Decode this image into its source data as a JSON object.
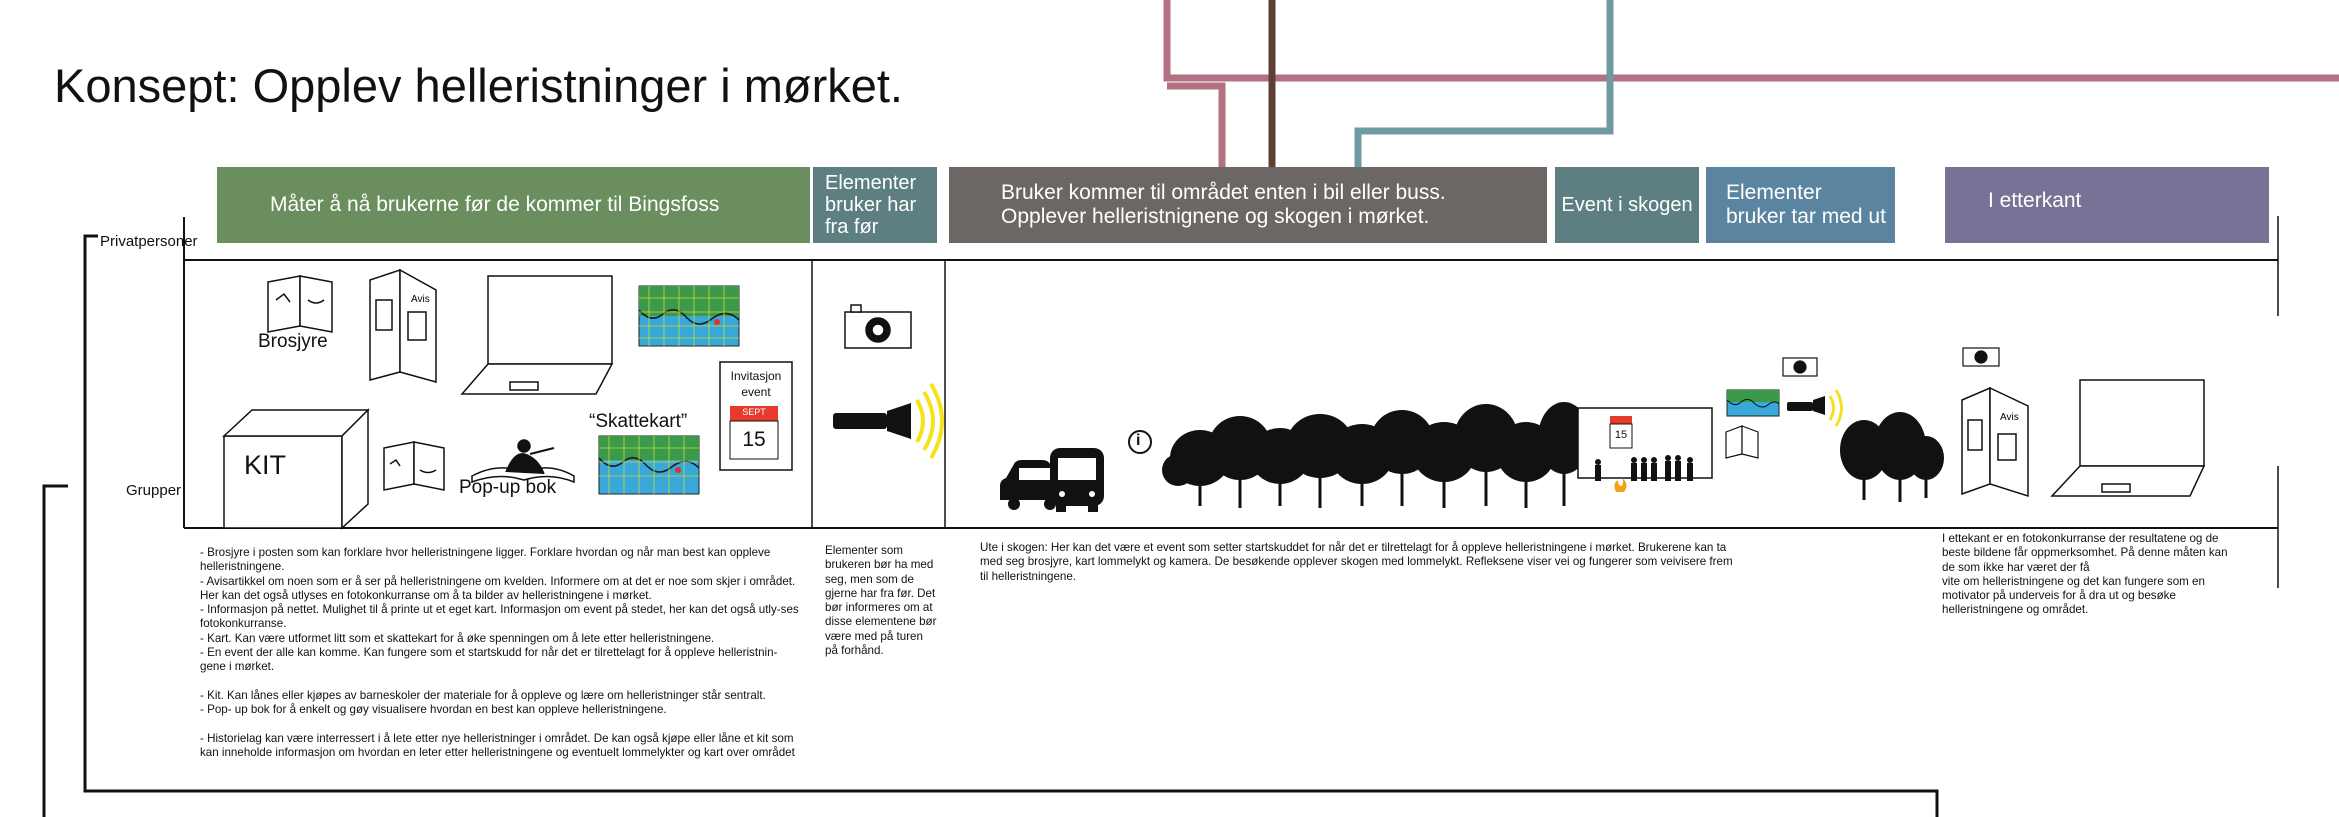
{
  "title": "Konsept: Opplev helleristninger i mørket.",
  "colors": {
    "green": "#6b8e5e",
    "teal": "#5d7f81",
    "darkgray": "#6c6764",
    "steelblue": "#5a84a0",
    "purple": "#7a7296",
    "line_rose": "#b27282",
    "line_brown": "#5c4033",
    "line_teal": "#6e9aa0"
  },
  "row_labels": {
    "private": "Privatpersoner",
    "groups": "Grupper"
  },
  "headers": [
    {
      "text": "Måter å nå brukerne før de kommer til Bingsfoss"
    },
    {
      "text": "Elementer bruker har fra før"
    },
    {
      "text": "Bruker kommer til området enten i bil eller buss.\nOpplever helleristnignene og skogen i mørket."
    },
    {
      "text": "Event i skogen"
    },
    {
      "text": "Elementer\nbruker tar med ut"
    },
    {
      "text": "I etterkant"
    }
  ],
  "illustration_labels": {
    "brochure": "Brosjyre",
    "newspaper": "Avis",
    "kit": "KIT",
    "popup_book": "Pop-up bok",
    "treasure_map": "“Skattekart”",
    "invitation": "Invitasjon event",
    "calendar_month": "SEPT",
    "calendar_day": "15",
    "info": "i"
  },
  "descriptions": {
    "col1": "- Brosjyre i posten som kan forklare hvor helleristningene ligger. Forklare hvordan og når man best kan oppleve helleristningene.\n- Avisartikkel om noen som er å ser på helleristningene om kvelden. Informere om at det er noe som skjer i området. Her kan det også utlyses en fotokonkurranse om å ta bilder av helleristningene i mørket.\n- Informasjon på nettet. Mulighet til å printe ut et eget kart. Informasjon om event på stedet, her kan det også utly-ses fotokonkurranse.\n- Kart. Kan være utformet litt som et skattekart for å øke spenningen om å lete etter helleristningene.\n- En event der alle kan komme. Kan fungere som et startskudd for når det er tilrettelagt for å oppleve helleristnin-gene i mørket.\n\n- Kit. Kan lånes eller kjøpes av barneskoler der materiale for å oppleve og lære om helleristninger står sentralt.\n- Pop- up bok for å enkelt og gøy visualisere hvordan en best kan oppleve helleristningene.\n\n- Historielag kan være interressert i å lete etter nye helleristninger i området. De kan også kjøpe eller låne et kit som kan inneholde informasjon om hvordan en leter etter helleristningene og eventuelt lommelykter og kart over området",
    "col2": "Elementer som brukeren bør ha med seg, men som de gjerne har fra før. Det bør informeres om at disse elementene bør være med på turen på forhånd.",
    "col3": "Ute i skogen: Her kan det være et event som setter startskuddet for når det er tilrettelagt for å oppleve helleristningene i mørket. Brukerene kan ta med seg brosjyre, kart lommelykt og kamera. De besøkende opplever skogen med lommelykt. Refleksene viser vei og fungerer som veivisere frem til helleristningene.",
    "col4": "I ettekant er en fotokonkurranse der resultatene og de beste bildene får oppmerksomhet. På denne måten kan de som ikke har været der få\nvite om helleristningene og det kan fungere som en motivator på underveis for å dra ut og besøke helleristningene og området."
  }
}
